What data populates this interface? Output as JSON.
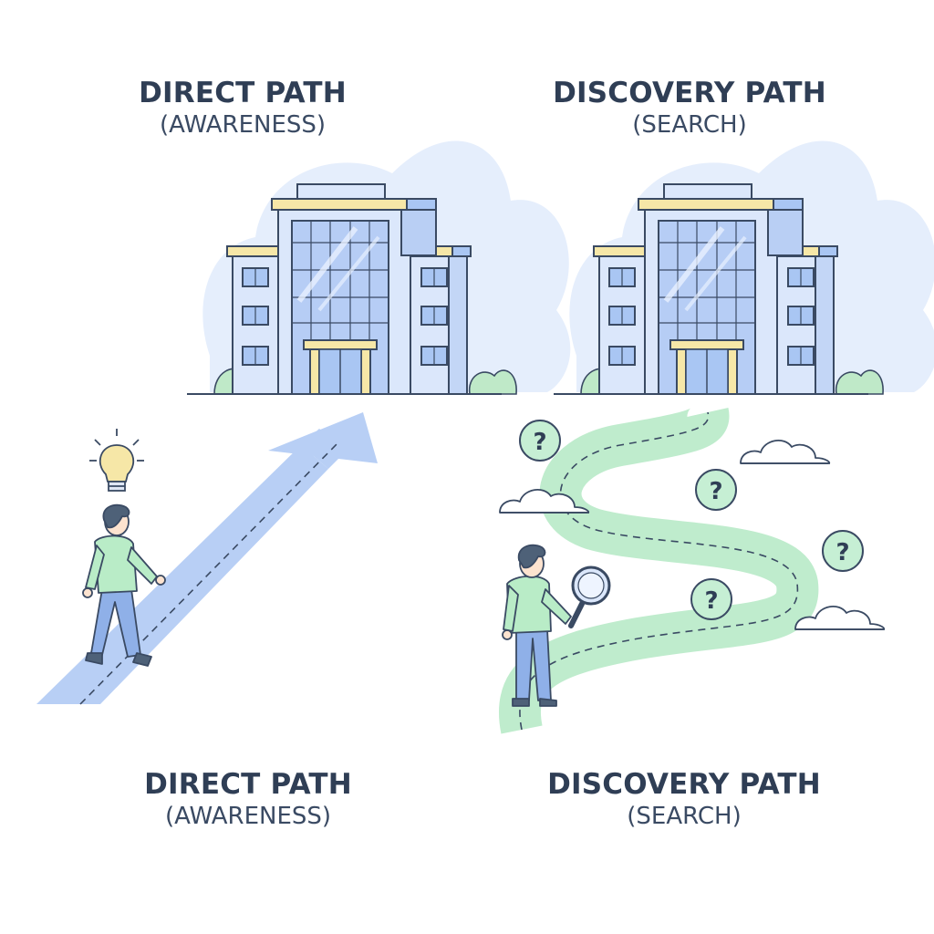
{
  "top_labels": [
    {
      "title": "DIRECT PATH",
      "subtitle": "(AWARENESS)"
    },
    {
      "title": "DISCOVERY PATH",
      "subtitle": "(SEARCH)"
    }
  ],
  "bottom_labels": [
    {
      "title": "DIRECT PATH",
      "subtitle": "(AWARENESS)"
    },
    {
      "title": "DISCOVERY PATH",
      "subtitle": "(SEARCH)"
    }
  ],
  "question_marks": [
    "?",
    "?",
    "?",
    "?"
  ],
  "colors": {
    "text": "#2f3e55",
    "outline": "#3a4a63",
    "building_blue": "#d6e4fb",
    "glass_blue": "#a9c6f3",
    "accent_yellow": "#f6e7a7",
    "arrow_blue": "#b8cff5",
    "path_green": "#bfeccd",
    "shirt_green": "#b9ecc7",
    "pants_blue": "#8fb0e8",
    "hair": "#4e6178"
  },
  "icons": [
    "lightbulb-icon",
    "magnifier-icon",
    "question-mark-icon",
    "cloud-icon",
    "office-building-icon"
  ]
}
